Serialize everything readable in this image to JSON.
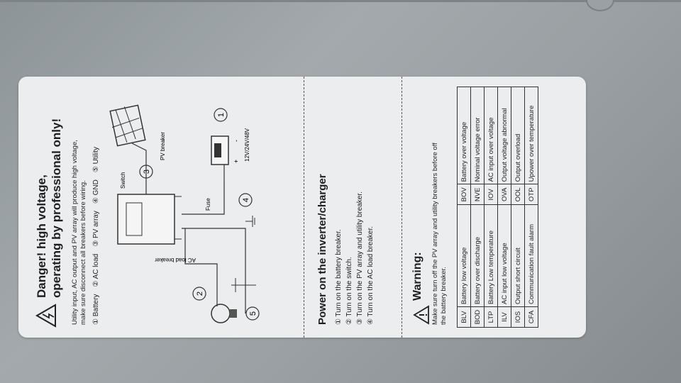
{
  "label": {
    "title_line1": "Danger! high voltage,",
    "title_line2": "operating by professional only!",
    "subtext_line1": "Utility input, AC output and PV array will produce high voltage,",
    "subtext_line2": "make sure disconnect all breakers before wiring.",
    "legend": [
      "① Battery",
      "② AC load",
      "③ PV array",
      "④ GND",
      "⑤ Utility"
    ],
    "diagram": {
      "switch": "Switch",
      "pv_breaker": "PV breaker",
      "ac_load_breaker": "AC load breaker",
      "fuse": "Fuse",
      "voltage": "12V/24V/48V",
      "plus": "+",
      "minus": "-",
      "n1": "1",
      "n2": "2",
      "n3": "3",
      "n4": "4",
      "n5": "5"
    },
    "power_title": "Power on the inverter/charger",
    "steps": [
      "① Turn on the battery breaker.",
      "② Turn on the switch.",
      "③ Turn on the PV array and utility breaker.",
      "④ Turn on the AC load breaker."
    ],
    "warning_title": "Warning:",
    "warning_line1": "Make sure turn off the PV array and utility breakers before off",
    "warning_line2": "the battery breaker.",
    "codes": [
      {
        "c1": "BLV",
        "d1": "Battery low voltage",
        "c2": "BOV",
        "d2": "Battery over voltage"
      },
      {
        "c1": "BOD",
        "d1": "Battery over discharge",
        "c2": "NVE",
        "d2": "Nominal voltage error"
      },
      {
        "c1": "LTP",
        "d1": "Battery Low temperature",
        "c2": "IOV",
        "d2": "AC input over voltage"
      },
      {
        "c1": "ILV",
        "d1": "AC input low voltage",
        "c2": "OVA",
        "d2": "Output voltage abnormal"
      },
      {
        "c1": "IOS",
        "d1": "Output short circuit",
        "c2": "OOL",
        "d2": "Output overload"
      },
      {
        "c1": "CFA",
        "d1": "Communication fault alarm",
        "c2": "OTP",
        "d2": "Upower over temperature"
      }
    ]
  }
}
